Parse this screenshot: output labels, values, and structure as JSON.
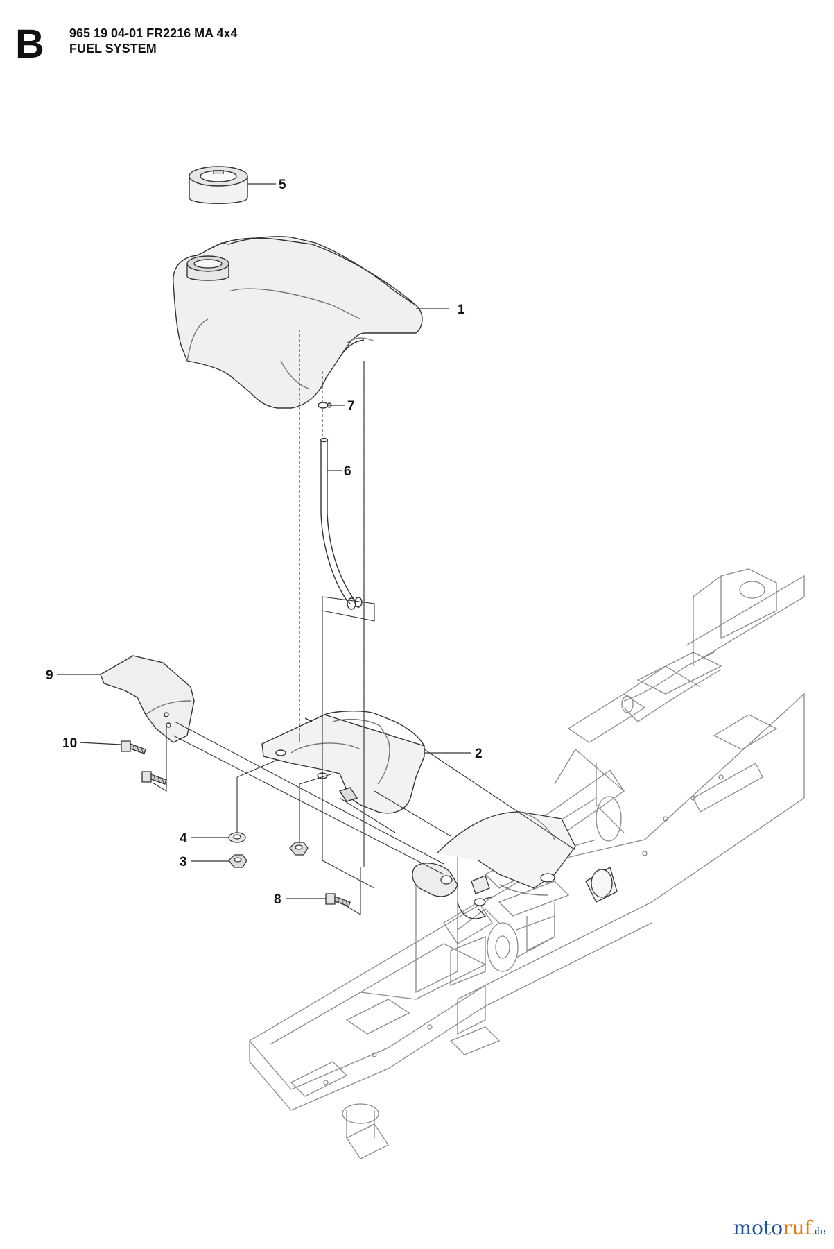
{
  "header": {
    "section_letter": "B",
    "model_line": "965 19 04-01 FR2216 MA 4x4",
    "system_line": "FUEL SYSTEM"
  },
  "callouts": [
    {
      "id": "callout-1",
      "label": "1"
    },
    {
      "id": "callout-2",
      "label": "2"
    },
    {
      "id": "callout-3",
      "label": "3"
    },
    {
      "id": "callout-4",
      "label": "4"
    },
    {
      "id": "callout-5",
      "label": "5"
    },
    {
      "id": "callout-6",
      "label": "6"
    },
    {
      "id": "callout-7",
      "label": "7"
    },
    {
      "id": "callout-8",
      "label": "8"
    },
    {
      "id": "callout-9",
      "label": "9"
    },
    {
      "id": "callout-10",
      "label": "10"
    }
  ],
  "watermark": {
    "part1": "moto",
    "part2": "ruf",
    "suffix": ".de",
    "colors": {
      "primary": "#1b4f9c",
      "accent": "#e07d12"
    }
  }
}
